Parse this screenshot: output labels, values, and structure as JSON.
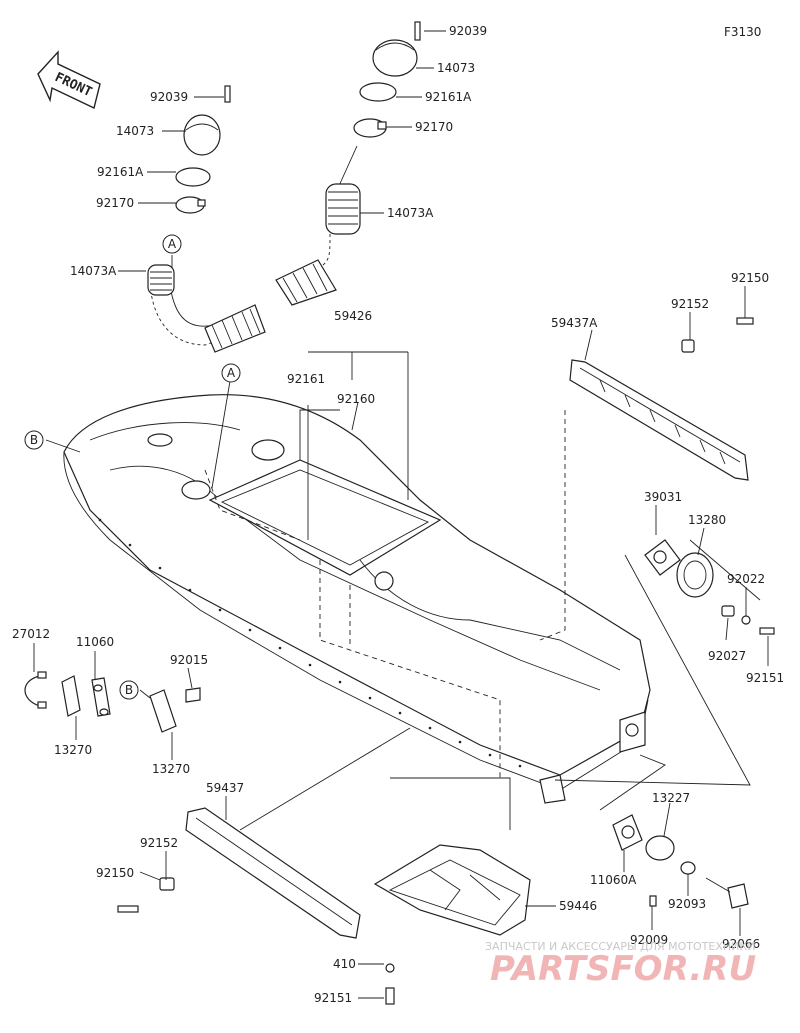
{
  "figure_code": "F3130",
  "direction_label": "FRONT",
  "callouts": [
    "A",
    "B"
  ],
  "part_numbers": [
    "92039",
    "14073",
    "92161A",
    "92170",
    "14073A",
    "92161",
    "92160",
    "59426",
    "59437A",
    "92152",
    "92150",
    "39031",
    "13280",
    "92022",
    "92027",
    "92151",
    "27012",
    "11060",
    "13270",
    "92015",
    "59437",
    "59446",
    "410",
    "13227",
    "11060A",
    "92093",
    "92009",
    "92066"
  ],
  "watermark": {
    "caption": "ЗАПЧАСТИ И АКСЕССУАРЫ ДЛЯ МОТОТЕХНИКИ",
    "brand": "PARTSFOR.RU"
  },
  "colors": {
    "line": "#222222",
    "watermark_brand": "#f1b5b5",
    "watermark_caption": "#c8c8c8"
  }
}
